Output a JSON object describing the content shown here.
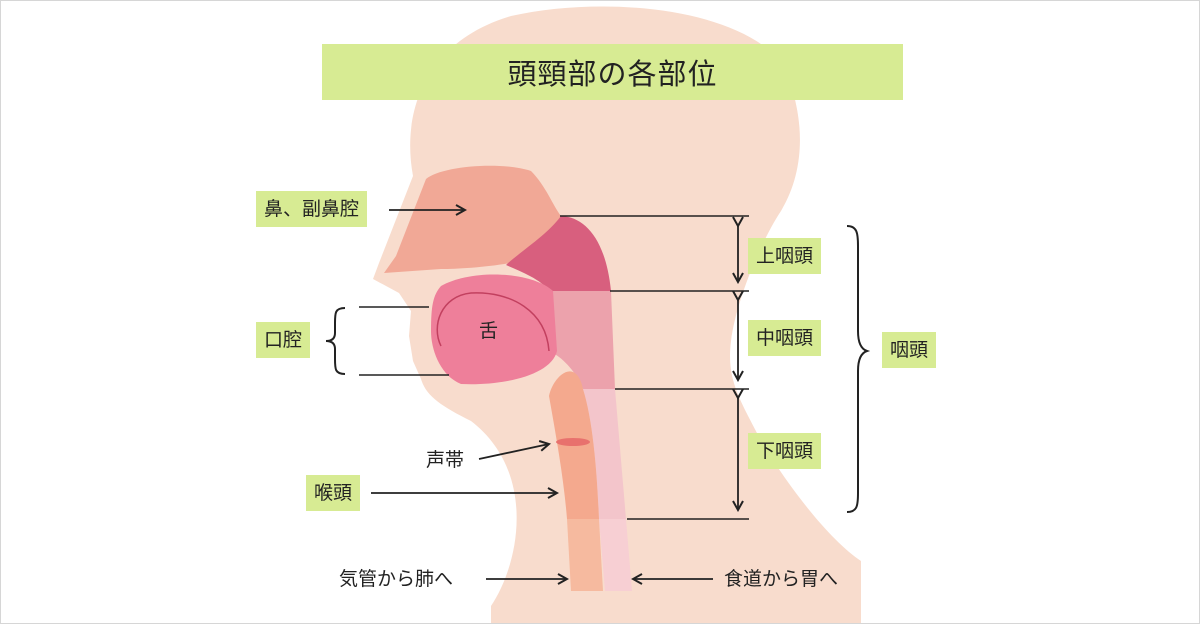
{
  "title": "頭頸部の各部位",
  "labels": {
    "nose": "鼻、副鼻腔",
    "oral": "口腔",
    "tongue": "舌",
    "vocal_cords": "声帯",
    "larynx": "喉頭",
    "trachea": "気管から肺へ",
    "esophagus": "食道から胃へ",
    "upper_pharynx": "上咽頭",
    "middle_pharynx": "中咽頭",
    "lower_pharynx": "下咽頭",
    "pharynx": "咽頭"
  },
  "colors": {
    "label_bg": "#d7eb93",
    "skin": "#f8dccd",
    "nasal_cavity": "#f1a896",
    "upper_pharynx": "#d85f7e",
    "middle_pharynx": "#eca2ac",
    "lower_pharynx": "#f3c5cb",
    "tongue": "#ee7f9a",
    "larynx": "#f4a98e"
  }
}
